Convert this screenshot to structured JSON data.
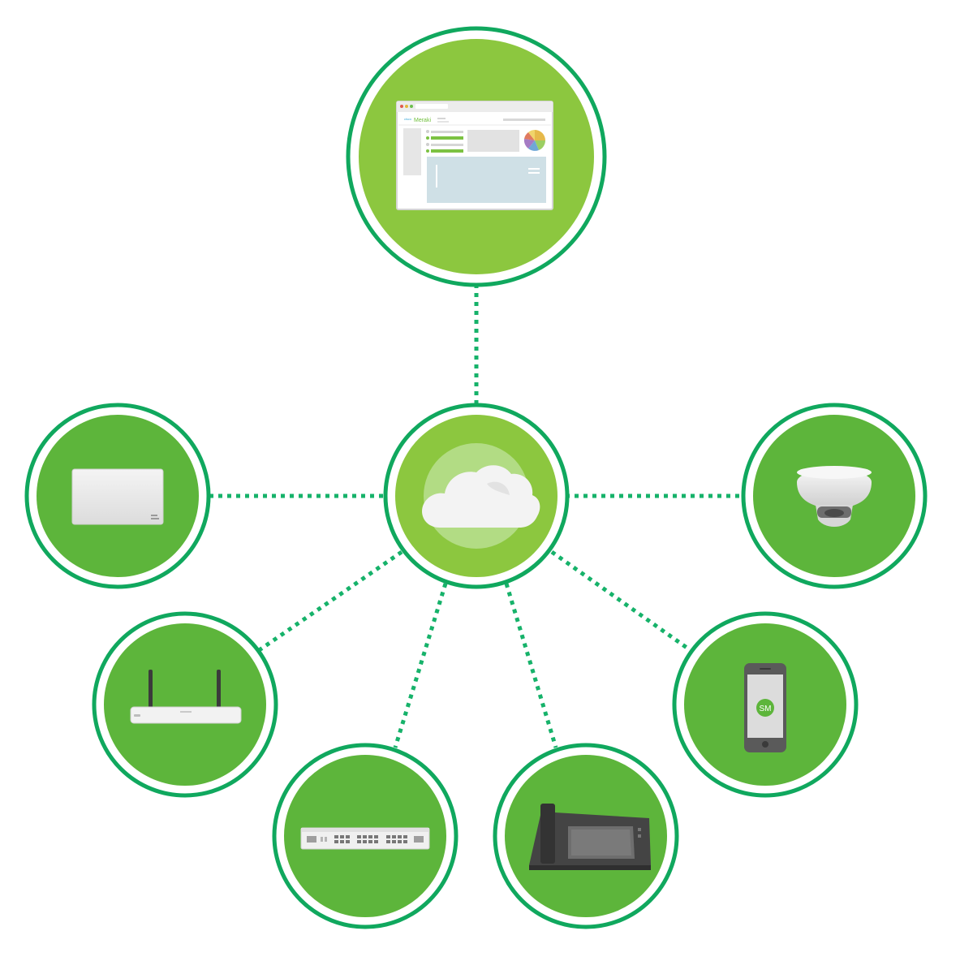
{
  "colors": {
    "link": "#16b26a",
    "ring": "#10a85e",
    "dashboard_fill": "#8cc73f",
    "cloud_fill": "#8cc73f",
    "device_fill": "#5db53b",
    "background": "#ffffff"
  },
  "dashboard": {
    "brand_small": "cisco",
    "brand": "Meraki"
  },
  "phone": {
    "badge": "SM"
  },
  "nodes": [
    {
      "id": "dashboard",
      "icon": "dashboard-browser-icon"
    },
    {
      "id": "cloud",
      "icon": "cloud-icon"
    },
    {
      "id": "wireless-ap",
      "icon": "access-point-icon"
    },
    {
      "id": "camera",
      "icon": "dome-camera-icon"
    },
    {
      "id": "router",
      "icon": "wireless-router-icon"
    },
    {
      "id": "switch",
      "icon": "rack-switch-icon"
    },
    {
      "id": "phone-desk",
      "icon": "desk-phone-icon"
    },
    {
      "id": "mobile",
      "icon": "smartphone-icon"
    }
  ]
}
